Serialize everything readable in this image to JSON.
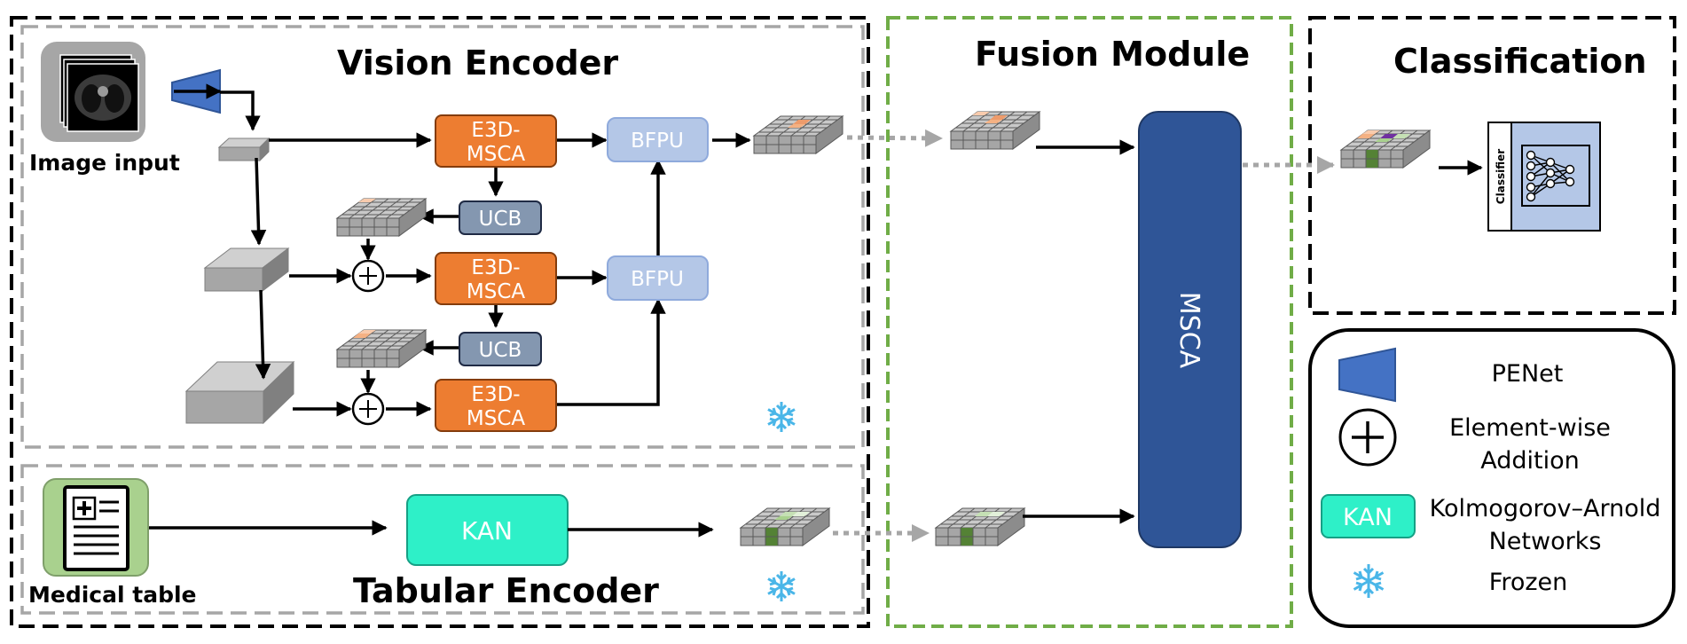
{
  "sections": {
    "vision_title": "Vision Encoder",
    "tabular_title": "Tabular Encoder",
    "fusion_title": "Fusion Module",
    "classification_title": "Classification"
  },
  "inputs": {
    "image_input": "Image input",
    "medical_table": "Medical table"
  },
  "blocks": {
    "e3d_line1": "E3D-",
    "e3d_line2": "MSCA",
    "bfpu": "BFPU",
    "ucb": "UCB",
    "kan": "KAN",
    "msca": "MSCA",
    "classifier": "Classifier"
  },
  "legend": {
    "penet": "PENet",
    "addition_line1": "Element-wise",
    "addition_line2": "Addition",
    "kan_box": "KAN",
    "kan_line1": "Kolmogorov–Arnold",
    "kan_line2": "Networks",
    "frozen": "Frozen"
  },
  "colors": {
    "orange_block": "#ED7D31",
    "light_blue_block": "#B4C7E7",
    "slate_block": "#8497B0",
    "teal_block": "#2EF0C8",
    "navy_block": "#2F5597",
    "penet_blue": "#4472C4",
    "green_dashed": "#70AD47",
    "gray_dashed": "#A6A6A6",
    "snowflake": "#4AB6E8"
  },
  "icons": [
    "ct-scan-icon",
    "medical-table-icon",
    "snowflake-icon",
    "neural-network-icon"
  ]
}
